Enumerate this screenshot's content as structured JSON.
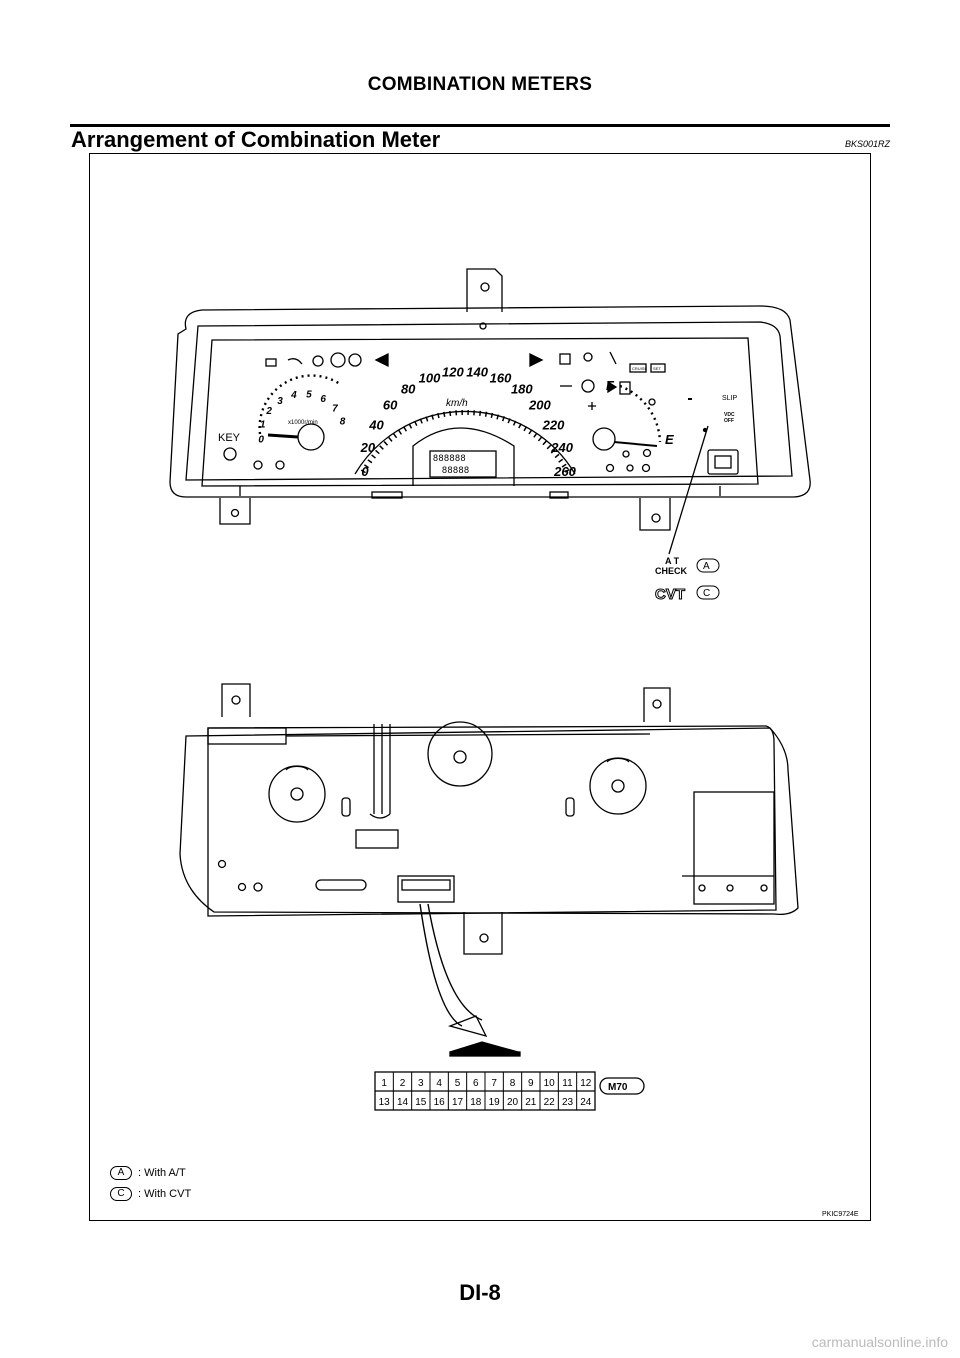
{
  "header": {
    "title": "COMBINATION METERS"
  },
  "section": {
    "title": "Arrangement of Combination Meter",
    "code": "BKS001RZ"
  },
  "figure": {
    "code": "PKIC9724E",
    "meter_front": {
      "tach_numbers": [
        "0",
        "1",
        "2",
        "3",
        "4",
        "5",
        "6",
        "7",
        "8"
      ],
      "tach_unit": "x1000r/min",
      "speed_numbers": [
        "0",
        "20",
        "40",
        "60",
        "80",
        "100",
        "120",
        "140",
        "160",
        "180",
        "200",
        "220",
        "240",
        "260"
      ],
      "speed_unit": "km/h",
      "key_label": "KEY",
      "fuel_full": "F",
      "fuel_empty": "E",
      "slip_label": "SLIP",
      "vdc_line1": "VDC",
      "vdc_line2": "OFF",
      "odo_display": "888888",
      "trip_display": "88888",
      "indicator_cruise": "CRUISE",
      "indicator_set": "SET",
      "at_check_line1": "A T",
      "at_check_line2": "CHECK",
      "at_badge": "A",
      "cvt_label": "CVT",
      "cvt_badge": "C"
    },
    "connector": {
      "id": "M70",
      "top_row": [
        "1",
        "2",
        "3",
        "4",
        "5",
        "6",
        "7",
        "8",
        "9",
        "10",
        "11",
        "12"
      ],
      "bottom_row": [
        "13",
        "14",
        "15",
        "16",
        "17",
        "18",
        "19",
        "20",
        "21",
        "22",
        "23",
        "24"
      ]
    },
    "legend": [
      {
        "badge": "A",
        "text": ": With A/T"
      },
      {
        "badge": "C",
        "text": ": With CVT"
      }
    ]
  },
  "footer": {
    "page": "DI-8",
    "watermark": "carmanualsonline.info"
  }
}
